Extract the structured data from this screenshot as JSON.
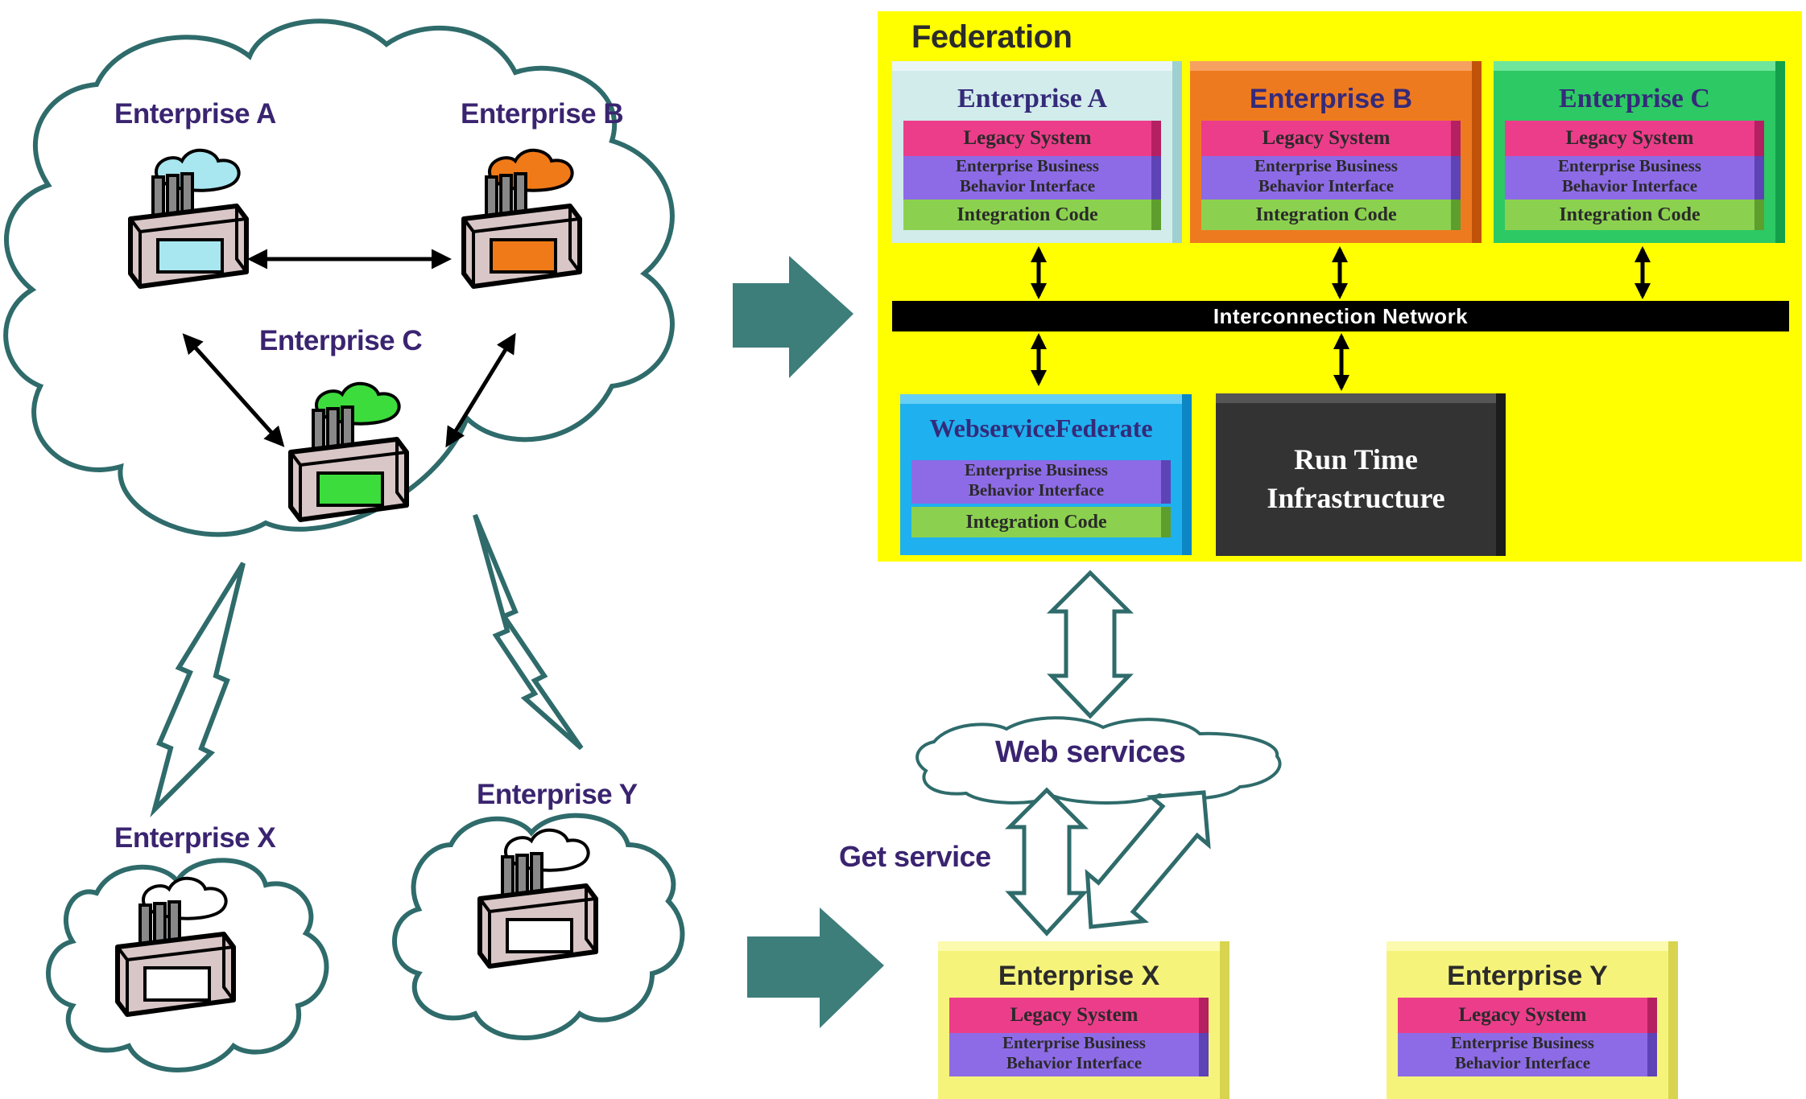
{
  "cloud_group": {
    "enterprise_a": "Enterprise A",
    "enterprise_b": "Enterprise B",
    "enterprise_c": "Enterprise C"
  },
  "clients": {
    "enterprise_x": "Enterprise X",
    "enterprise_y": "Enterprise Y"
  },
  "federation": {
    "title": "Federation",
    "enterprises": [
      {
        "title": "Enterprise A",
        "legacy": "Legacy System",
        "behavior": "Enterprise Business\nBehavior Interface",
        "integration": "Integration Code"
      },
      {
        "title": "Enterprise B",
        "legacy": "Legacy System",
        "behavior": "Enterprise Business\nBehavior Interface",
        "integration": "Integration Code"
      },
      {
        "title": "Enterprise C",
        "legacy": "Legacy System",
        "behavior": "Enterprise Business\nBehavior Interface",
        "integration": "Integration Code"
      }
    ],
    "network": "Interconnection Network",
    "webservice_federate": {
      "title": "WebserviceFederate",
      "behavior": "Enterprise Business\nBehavior Interface",
      "integration": "Integration Code"
    },
    "rti": "Run Time\nInfrastructure"
  },
  "web_services": "Web services",
  "get_service": "Get service",
  "bottom_enterprises": [
    {
      "title": "Enterprise X",
      "legacy": "Legacy System",
      "behavior": "Enterprise Business\nBehavior Interface"
    },
    {
      "title": "Enterprise Y",
      "legacy": "Legacy System",
      "behavior": "Enterprise Business\nBehavior Interface"
    }
  ],
  "colors": {
    "cloud_stroke": "#2f6b6b",
    "big_arrow": "#3d7d7a",
    "federation_bg": "#ffff00",
    "legacy": "#ec3d8a",
    "behavior": "#8d6be6",
    "integration": "#8bd14f",
    "smoke_a": "#a8e6f0",
    "smoke_b": "#f07a18",
    "smoke_c": "#3ddc3d"
  },
  "icons": [
    "factory-icon",
    "cloud-icon",
    "lightning-bolt-icon",
    "double-arrow-icon",
    "block-arrow-icon"
  ]
}
